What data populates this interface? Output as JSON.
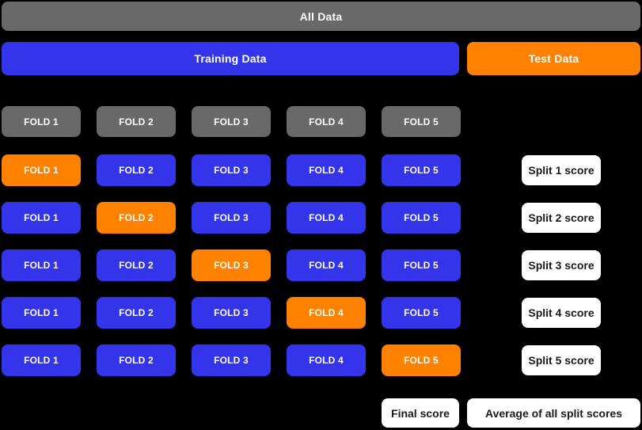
{
  "header": {
    "all_data": "All Data",
    "training": "Training Data",
    "test": "Test Data"
  },
  "fold_header": {
    "labels": [
      "FOLD 1",
      "FOLD 2",
      "FOLD 3",
      "FOLD 4",
      "FOLD 5"
    ]
  },
  "splits": [
    {
      "score_label": "Split 1 score",
      "folds": [
        {
          "label": "FOLD 1",
          "state": "test"
        },
        {
          "label": "FOLD 2",
          "state": "train"
        },
        {
          "label": "FOLD 3",
          "state": "train"
        },
        {
          "label": "FOLD 4",
          "state": "train"
        },
        {
          "label": "FOLD 5",
          "state": "train"
        }
      ]
    },
    {
      "score_label": "Split 2 score",
      "folds": [
        {
          "label": "FOLD 1",
          "state": "train"
        },
        {
          "label": "FOLD 2",
          "state": "test"
        },
        {
          "label": "FOLD 3",
          "state": "train"
        },
        {
          "label": "FOLD 4",
          "state": "train"
        },
        {
          "label": "FOLD 5",
          "state": "train"
        }
      ]
    },
    {
      "score_label": "Split 3 score",
      "folds": [
        {
          "label": "FOLD 1",
          "state": "train"
        },
        {
          "label": "FOLD 2",
          "state": "train"
        },
        {
          "label": "FOLD 3",
          "state": "test"
        },
        {
          "label": "FOLD 4",
          "state": "train"
        },
        {
          "label": "FOLD 5",
          "state": "train"
        }
      ]
    },
    {
      "score_label": "Split 4 score",
      "folds": [
        {
          "label": "FOLD 1",
          "state": "train"
        },
        {
          "label": "FOLD 2",
          "state": "train"
        },
        {
          "label": "FOLD 3",
          "state": "train"
        },
        {
          "label": "FOLD 4",
          "state": "test"
        },
        {
          "label": "FOLD 5",
          "state": "train"
        }
      ]
    },
    {
      "score_label": "Split 5 score",
      "folds": [
        {
          "label": "FOLD 1",
          "state": "train"
        },
        {
          "label": "FOLD 2",
          "state": "train"
        },
        {
          "label": "FOLD 3",
          "state": "train"
        },
        {
          "label": "FOLD 4",
          "state": "train"
        },
        {
          "label": "FOLD 5",
          "state": "test"
        }
      ]
    }
  ],
  "footer": {
    "final": "Final score",
    "average": "Average of all split scores"
  },
  "colors": {
    "background": "#000000",
    "neutral_gray": "#696969",
    "train_blue": "#3434eb",
    "test_orange": "#ff8100",
    "score_white": "#ffffff"
  }
}
